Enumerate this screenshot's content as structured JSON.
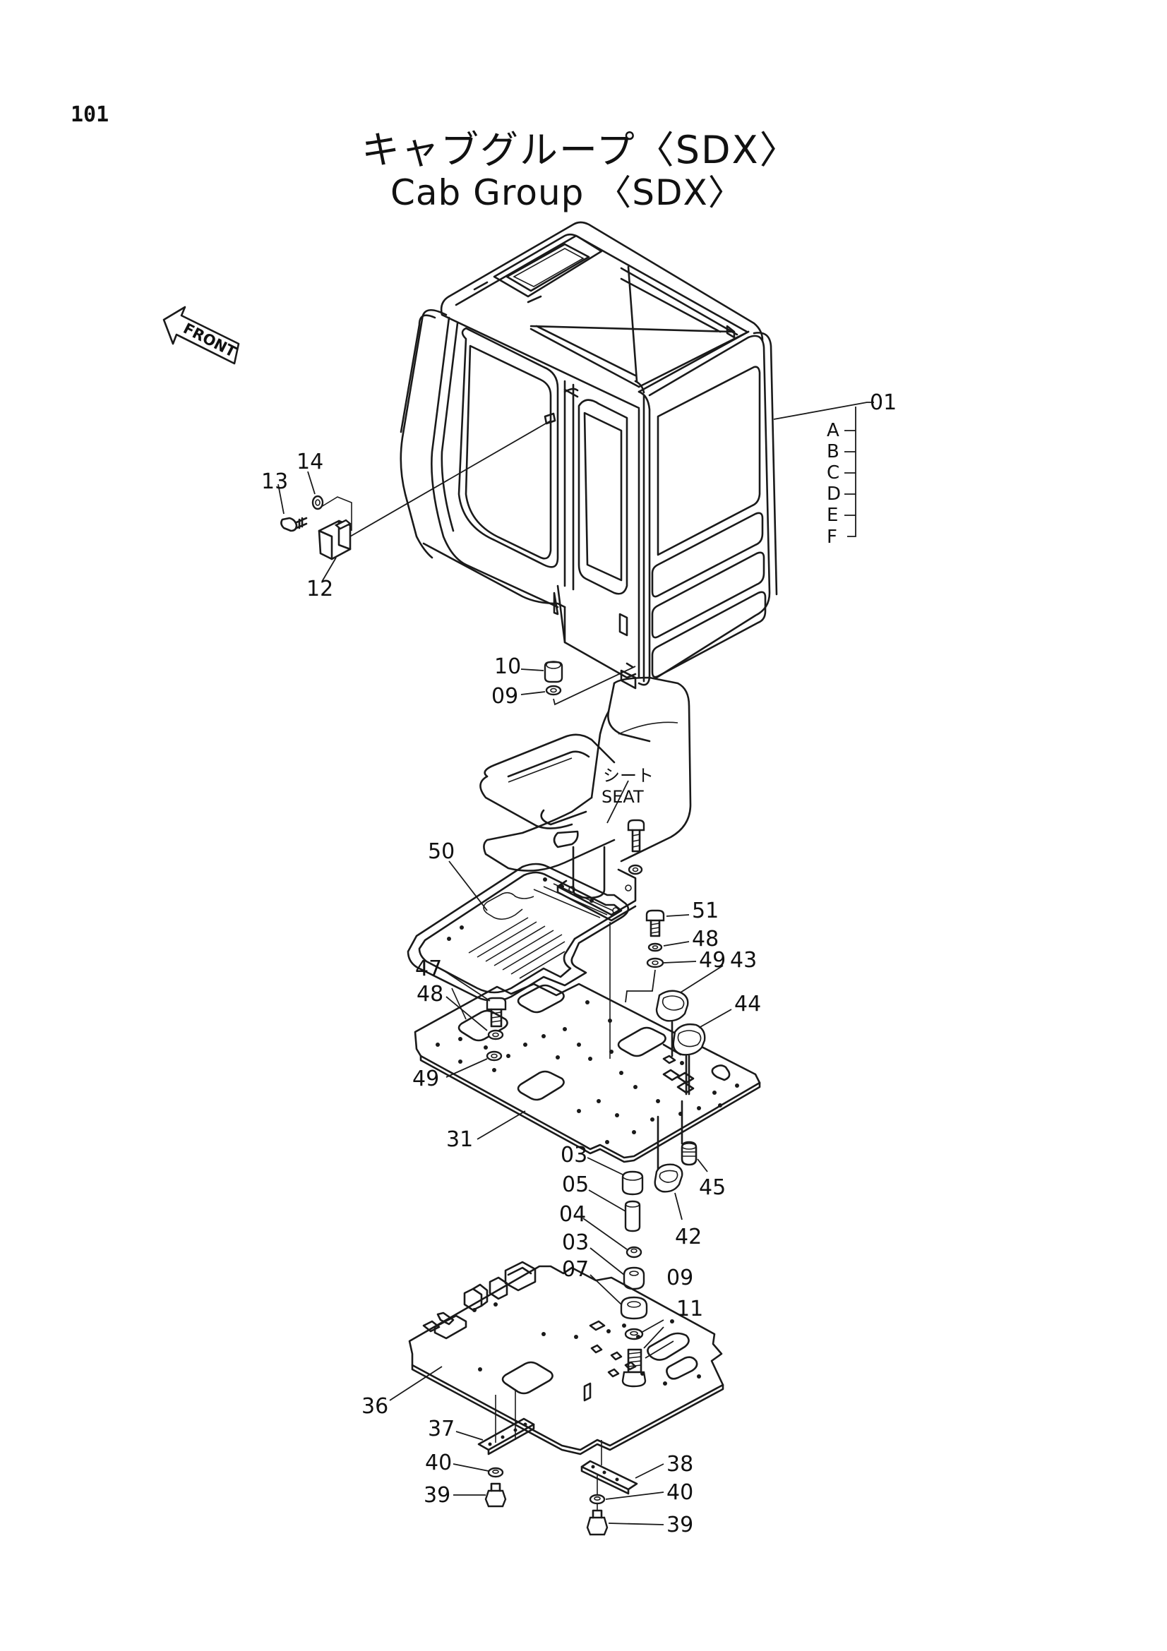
{
  "page_number": "101",
  "title_jp": "キャブグループ〈SDX〉",
  "title_en": "Cab Group 〈SDX〉",
  "front_arrow_label": "FRONT",
  "seat_label_jp": "シート",
  "seat_label_en": "SEAT",
  "cab_part": "01",
  "cab_variants": [
    "A",
    "B",
    "C",
    "D",
    "E",
    "F"
  ],
  "callouts": {
    "c13": "13",
    "c14": "14",
    "c12": "12",
    "c10": "10",
    "c09a": "09",
    "c50": "50",
    "c51": "51",
    "c48a": "48",
    "c49a": "49",
    "c43": "43",
    "c47": "47",
    "c48b": "48",
    "c44": "44",
    "c49b": "49",
    "c31": "31",
    "c03a": "03",
    "c45": "45",
    "c05": "05",
    "c04": "04",
    "c42": "42",
    "c03b": "03",
    "c07": "07",
    "c09b": "09",
    "c11": "11",
    "c36": "36",
    "c37": "37",
    "c38": "38",
    "c40a": "40",
    "c40b": "40",
    "c39a": "39",
    "c39b": "39"
  }
}
